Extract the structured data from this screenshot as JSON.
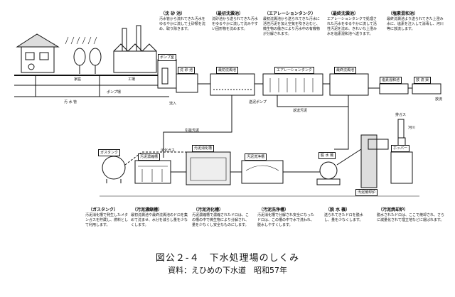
{
  "top_notes": [
    {
      "title": "（沈 砂 池）",
      "text": "汚水管から流れてきた汚水をゆるやかに流して土砂類を沈め、取り除きます。"
    },
    {
      "title": "（最初沈澱池）",
      "text": "沈砂池から送られてきた汚水をゆるやかに流して沈みやすい固形物を沈めます。"
    },
    {
      "title": "（エアレーションタンク）",
      "text": "最初沈澱池から送られてきた汚水に活性汚泥を加え空気を吹き込むと、微生物の働きにより汚水中の有機物が分解されます。"
    },
    {
      "title": "（最終沈澱池）",
      "text": "エアレーションタンクで処理された汚水をゆるやかに流して活性汚泥を沈め、きれいな上澄み水を塩素混和池へ送ります。"
    },
    {
      "title": "（塩素混和池）",
      "text": "最終沈澱池より送られてきた上澄み水に、塩素を注入して消毒し、河川等に放流します。"
    }
  ],
  "bottom_notes": [
    {
      "title": "（ガスタンク）",
      "text": "汚泥消化槽で発生したメタンガスを貯蔵し、燃料として利用します。"
    },
    {
      "title": "（汚泥濃縮槽）",
      "text": "最初沈澱池や最終沈澱池のドロを集めて沈ませ、水分を減らし量を少なくします。"
    },
    {
      "title": "（汚泥消化槽）",
      "text": "汚泥濃縮槽で濃縮されたドロは、この槽の中で微生物により分解され、量を少なくし安全なものにします。"
    },
    {
      "title": "（汚泥洗浄槽）",
      "text": "汚泥消化槽で分解され安全になったドロは、この槽の中で水で洗われ、脱水しやすくします。"
    },
    {
      "title": "（脱 水 機）",
      "text": "送られてきたドロを脱水し、量を少なくします。"
    },
    {
      "title": "（汚泥焼却炉）",
      "text": "脱水されたドロは、ここで焼却され、さらに減量化されて埋立地などに運ばれます。"
    }
  ],
  "labels": {
    "pump": "ポンプ室",
    "grit": "沈 砂 池",
    "primary": "最初沈澱池",
    "aeration": "エアレーションタンク",
    "final": "最終沈澱池",
    "chlorine": "塩素混和池",
    "discharge_ch": "放 流 渠",
    "outflow": "放流",
    "inflow": "流入",
    "sewer": "汚 水 管",
    "sludge_pump": "送泥ポンプ",
    "return": "返送汚泥",
    "raw_sludge": "引抜汚泥",
    "digest_gas": "消化ガス",
    "thickener": "汚泥濃縮槽",
    "digester": "汚泥消化槽",
    "washer": "汚泥洗浄槽",
    "dewater": "脱 水 機",
    "gas_tank": "ガスタンク",
    "hopper": "ホッパー",
    "incinerator": "汚泥焼却炉",
    "stack": "排ガス",
    "river": "河川",
    "home": "家庭",
    "factory": "工場",
    "pump_label": "ポンプ場"
  },
  "caption": {
    "title": "図公２-４　下水処理場のしくみ",
    "source": "資料：えひめの下水道　昭和57年"
  }
}
